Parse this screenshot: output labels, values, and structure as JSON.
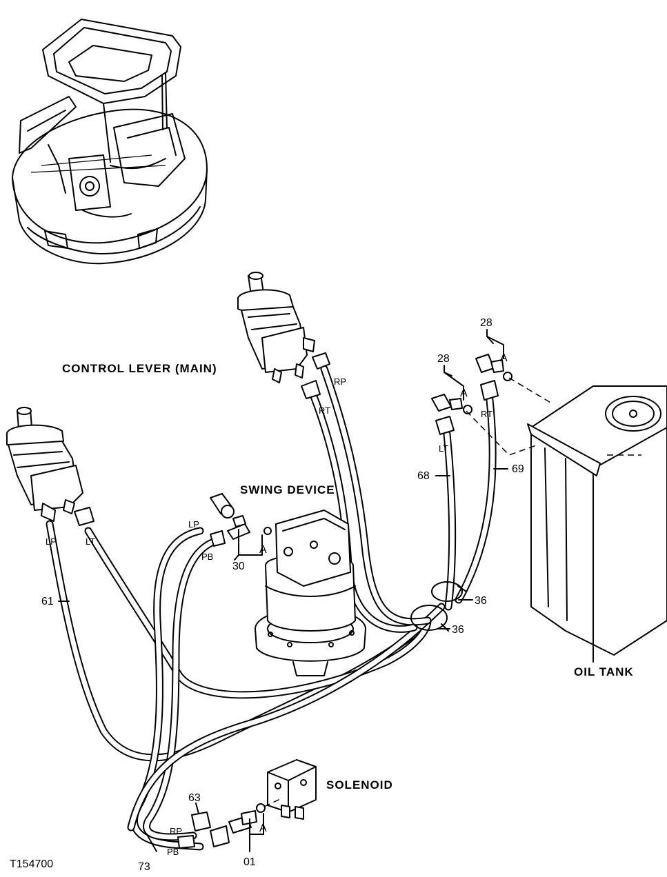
{
  "labels": {
    "control_lever": "CONTROL LEVER (MAIN)",
    "swing_device": "SWING DEVICE",
    "oil_tank": "OIL TANK",
    "solenoid": "SOLENOID",
    "figure_id": "T154700"
  },
  "part_numbers": {
    "n01": "01",
    "n28a": "28",
    "n28b": "28",
    "n30": "30",
    "n36a": "36",
    "n36b": "36",
    "n61": "61",
    "n63": "63",
    "n68": "68",
    "n69": "69",
    "n73": "73"
  },
  "ports": {
    "lp_left": "LP",
    "lt_left": "LT",
    "lp_mid": "LP",
    "pb_mid": "PB",
    "rp_top": "RP",
    "rt_top": "RT",
    "lt_tank": "LT",
    "rt_tank": "RT",
    "rp_bottom": "RP",
    "pb_bottom": "PB"
  },
  "view_refs": {
    "a_30": "A",
    "a_28a": "A",
    "a_28b": "A",
    "a_01": "A"
  }
}
